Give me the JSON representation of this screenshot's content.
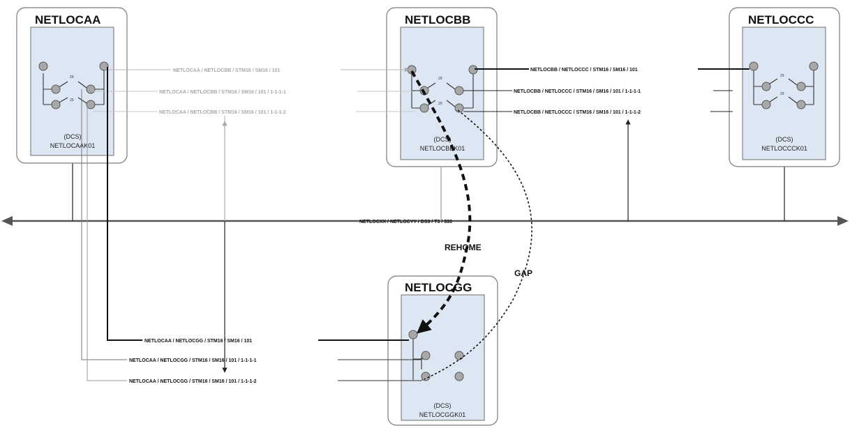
{
  "sites": {
    "aa": {
      "title": "NETLOCAA",
      "type": "(DCS)",
      "node": "NETLOCAAK01"
    },
    "bb": {
      "title": "NETLOCBB",
      "type": "(DCS)",
      "node": "NETLOCBBK01"
    },
    "cc": {
      "title": "NETLOCCC",
      "type": "(DCS)",
      "node": "NETLOCCCK01"
    },
    "gg": {
      "title": "NETLOCGG",
      "type": "(DCS)",
      "node": "NETLOCGGK01"
    }
  },
  "switch_label": "29",
  "bus_label": "NETLOCXX / NETLOCYY / DS3 / T3 / 333",
  "links": {
    "aa_bb_1": "NETLOCAA / NETLOCBB / STM16 / SM16 / 101",
    "aa_bb_2": "NETLOCAA / NETLOCBB / STM16 / SM16 / 101 / 1-1-1-1",
    "aa_bb_3": "NETLOCAA / NETLOCBB / STM16 / SM16 / 101 / 1-1-1-2",
    "bb_cc_1": "NETLOCBB / NETLOCCC / STM16 / SM16 / 101",
    "bb_cc_2": "NETLOCBB / NETLOCCC / STM16 / SM16 / 101 / 1-1-1-1",
    "bb_cc_3": "NETLOCBB / NETLOCCC / STM16 / SM16 / 101 / 1-1-1-2",
    "aa_gg_1": "NETLOCAA / NETLOCGG / STM16 / SM16 / 101",
    "aa_gg_2": "NETLOCAA / NETLOCGG / STM16 / SM16 / 101 / 1-1-1-1",
    "aa_gg_3": "NETLOCAA / NETLOCGG / STM16 / SM16 / 101 / 1-1-1-2"
  },
  "annotations": {
    "rehome": "REHOME",
    "gap": "GAP"
  },
  "colors": {
    "inner_box": "#dde6f3",
    "port": "#a8a8a8",
    "active_line": "#111111",
    "inactive_line": "#a8a8a8"
  }
}
